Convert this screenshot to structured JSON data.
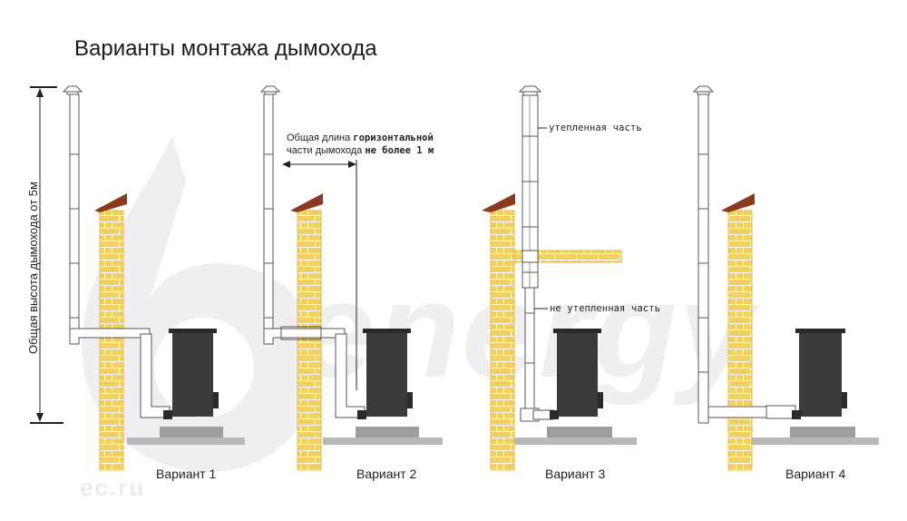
{
  "title": "Варианты монтажа дымохода",
  "height_label": "Общая высота дымохода от 5м",
  "variants": [
    {
      "label": "Вариант 1"
    },
    {
      "label": "Вариант 2"
    },
    {
      "label": "Вариант 3"
    },
    {
      "label": "Вариант 4"
    }
  ],
  "note_horizontal": {
    "line1_prefix": "Общая длина ",
    "line1_bold": "горизонтальной",
    "line2_prefix": "части дымохода ",
    "line2_bold": "не более 1 м"
  },
  "insulated_label": "утепленная часть",
  "uninsulated_label": "не утепленная часть",
  "watermark": {
    "brand": "energy",
    "site": "ec.ru"
  },
  "colors": {
    "brick": "#f2cf62",
    "brick_mortar": "#ffffff",
    "brick_edge": "#d9b24a",
    "roof": "#8b3a1e",
    "stove": "#3a3a3a",
    "stove_top": "#2a2a2a",
    "base": "#b0b0b0",
    "pipe_stroke": "#555555",
    "watermark": "#ededed"
  }
}
